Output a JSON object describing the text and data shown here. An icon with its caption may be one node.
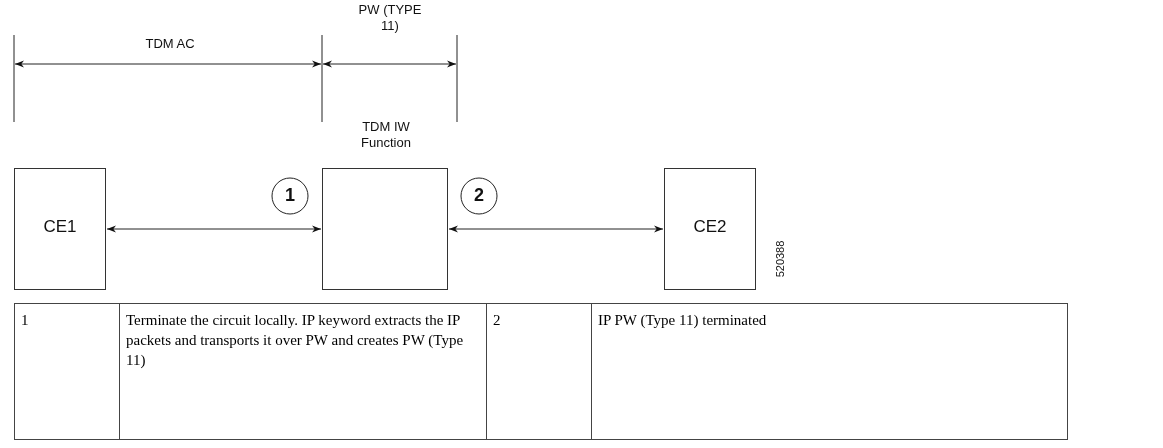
{
  "diagram": {
    "nodes": [
      {
        "text": [
          "CE1"
        ]
      },
      {
        "text": [
          "TDM IW Function"
        ]
      },
      {
        "text": [
          "CE2"
        ]
      }
    ],
    "edges": [
      {
        "from": 0,
        "to": 1,
        "arrow": "both"
      },
      {
        "from": 1,
        "to": 2,
        "arrow": "both"
      }
    ],
    "labels": [
      "TDM AC",
      "PW (TYPE 11)",
      "1",
      "2",
      "520388",
      "1",
      "Terminate the circuit locally. IP keyword extracts the IP packets and transports it over PW and creates PW (Type 11)",
      "2",
      "IP PW (Type 11) terminated"
    ]
  }
}
